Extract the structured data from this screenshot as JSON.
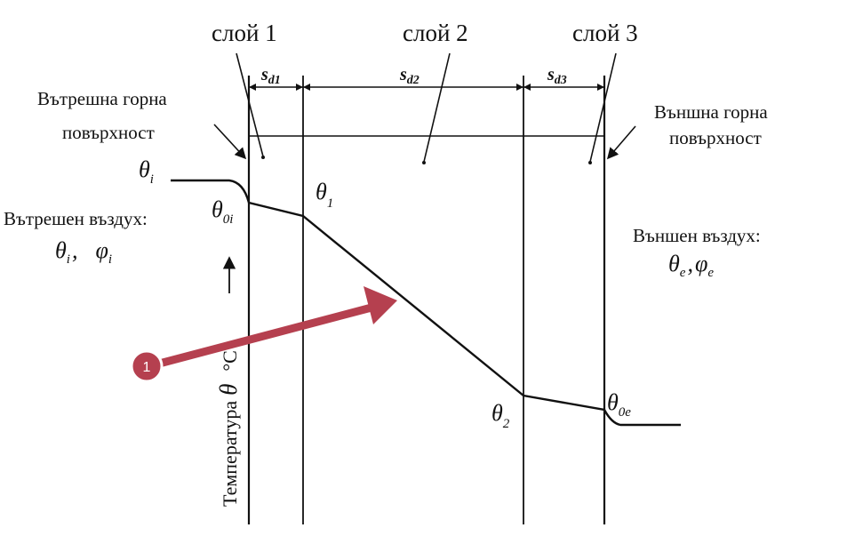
{
  "layers": {
    "layer1": "слой 1",
    "layer2": "слой 2",
    "layer3": "слой 3"
  },
  "thickness": {
    "sd1": "s",
    "sd1_sub": "d1",
    "sd2": "s",
    "sd2_sub": "d2",
    "sd3": "s",
    "sd3_sub": "d3"
  },
  "inner_surface": {
    "line1": "Вътрешна горна",
    "line2": "повърхност"
  },
  "outer_surface": {
    "line1": "Външна горна",
    "line2": "повърхност"
  },
  "inner_air": {
    "title": "Вътрешен въздух:",
    "theta": "θ",
    "theta_sub": "i",
    "sep": ",",
    "phi": "φ",
    "phi_sub": "i"
  },
  "outer_air": {
    "title": "Външен въздух:",
    "theta": "θ",
    "theta_sub": "e",
    "sep": ",",
    "phi": "φ",
    "phi_sub": "e"
  },
  "temps": {
    "theta_i": "θ",
    "theta_i_sub": "i",
    "theta_0i": "θ",
    "theta_0i_sub": "0i",
    "theta_1": "θ",
    "theta_1_sub": "1",
    "theta_2": "θ",
    "theta_2_sub": "2",
    "theta_0e": "θ",
    "theta_0e_sub": "0e"
  },
  "axis": {
    "label": "Температура",
    "symbol": "θ",
    "unit": "°C"
  },
  "callout": {
    "number": "1",
    "color": "#b5404f"
  }
}
